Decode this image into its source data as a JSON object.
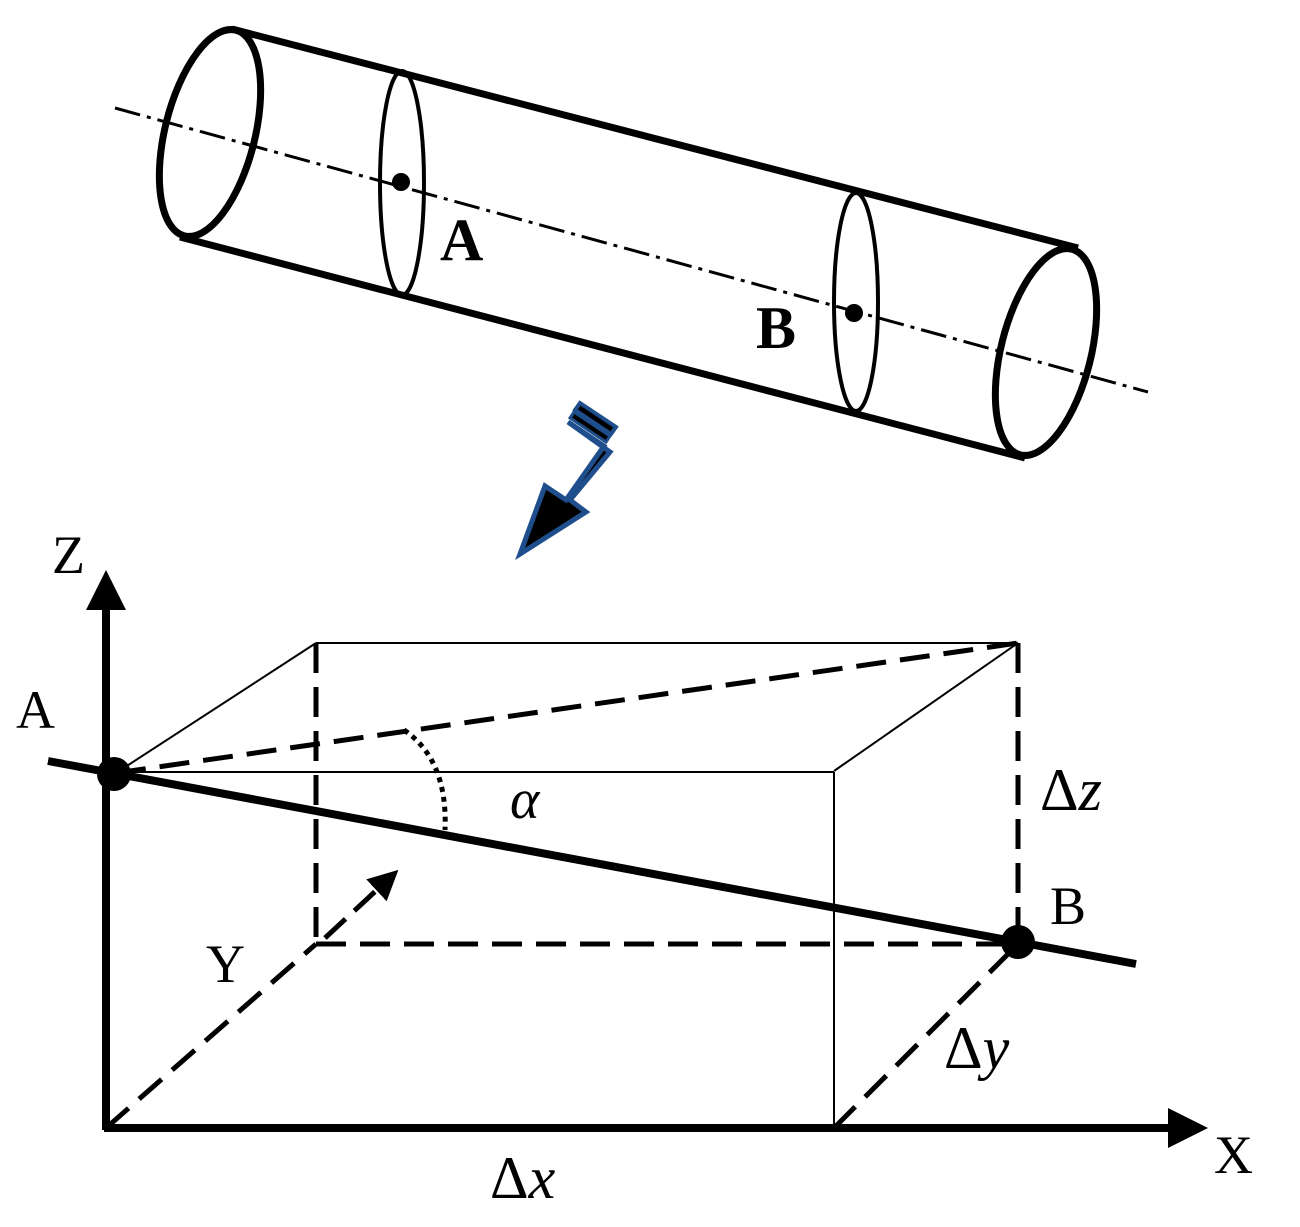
{
  "pipe": {
    "point_a_label": "A",
    "point_b_label": "B"
  },
  "arrow": {
    "fill_color": "#000000",
    "outline_color": "#1f4e8c"
  },
  "coordinate_box": {
    "axis_z_label": "Z",
    "axis_x_label": "X",
    "axis_y_label": "Y",
    "point_a_label": "A",
    "point_b_label": "B",
    "angle_label": "α",
    "delta_x": {
      "symbol": "Δ",
      "var": "x"
    },
    "delta_y": {
      "symbol": "Δ",
      "var": "y"
    },
    "delta_z": {
      "symbol": "Δ",
      "var": "z"
    }
  }
}
